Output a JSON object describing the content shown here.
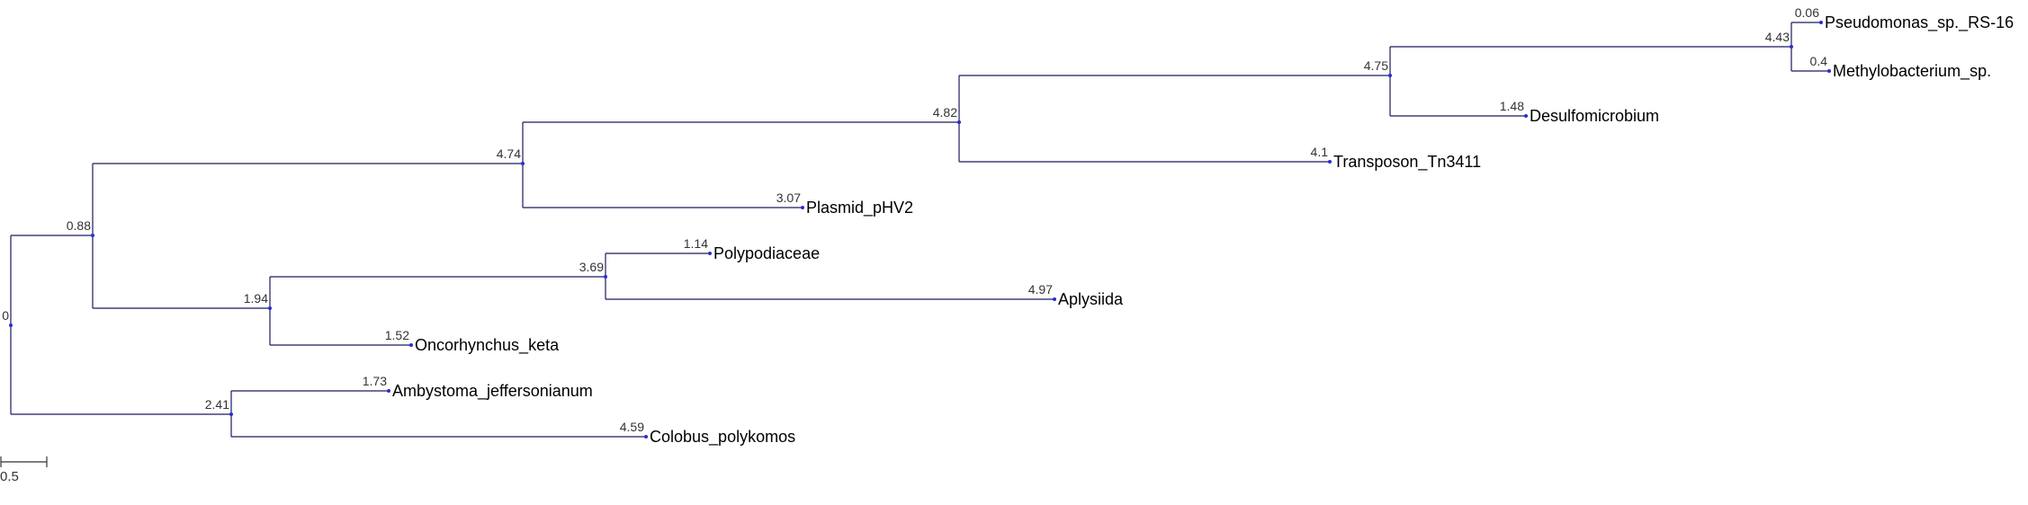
{
  "tree": {
    "root": {
      "id": "root",
      "label": "0",
      "children": [
        {
          "id": "n088",
          "label": "0.88",
          "children": [
            {
              "id": "n474",
              "label": "4.74",
              "children": [
                {
                  "id": "n482",
                  "label": "4.82",
                  "children": [
                    {
                      "id": "n475",
                      "label": "4.75",
                      "children": [
                        {
                          "id": "n443",
                          "label": "4.43",
                          "children": [
                            {
                              "id": "leaf_pseudomonas",
                              "label": "0.06",
                              "name": "Pseudomonas_sp._RS-16"
                            },
                            {
                              "id": "leaf_methylobacterium",
                              "label": "0.4",
                              "name": "Methylobacterium_sp."
                            }
                          ]
                        },
                        {
                          "id": "leaf_desulfomicrobium",
                          "label": "1.48",
                          "name": "Desulfomicrobium"
                        }
                      ]
                    },
                    {
                      "id": "leaf_transposon",
                      "label": "4.1",
                      "name": "Transposon_Tn3411"
                    }
                  ]
                },
                {
                  "id": "leaf_plasmid",
                  "label": "3.07",
                  "name": "Plasmid_pHV2"
                }
              ]
            },
            {
              "id": "n194",
              "label": "1.94",
              "children": [
                {
                  "id": "n369",
                  "label": "3.69",
                  "children": [
                    {
                      "id": "leaf_polypodiaceae",
                      "label": "1.14",
                      "name": "Polypodiaceae"
                    },
                    {
                      "id": "leaf_aplysiida",
                      "label": "4.97",
                      "name": "Aplysiida"
                    }
                  ]
                },
                {
                  "id": "leaf_oncorhynchus",
                  "label": "1.52",
                  "name": "Oncorhynchus_keta"
                }
              ]
            }
          ]
        },
        {
          "id": "n241",
          "label": "2.41",
          "children": [
            {
              "id": "leaf_ambystoma",
              "label": "1.73",
              "name": "Ambystoma_jeffersonianum"
            },
            {
              "id": "leaf_colobus",
              "label": "4.59",
              "name": "Colobus_polykomos"
            }
          ]
        }
      ]
    }
  },
  "scale_bar": {
    "label": "0.5",
    "length": 0.5
  },
  "colors": {
    "branch": "#1a1a5e",
    "node": "#2b2bd6",
    "text": "#000000"
  }
}
